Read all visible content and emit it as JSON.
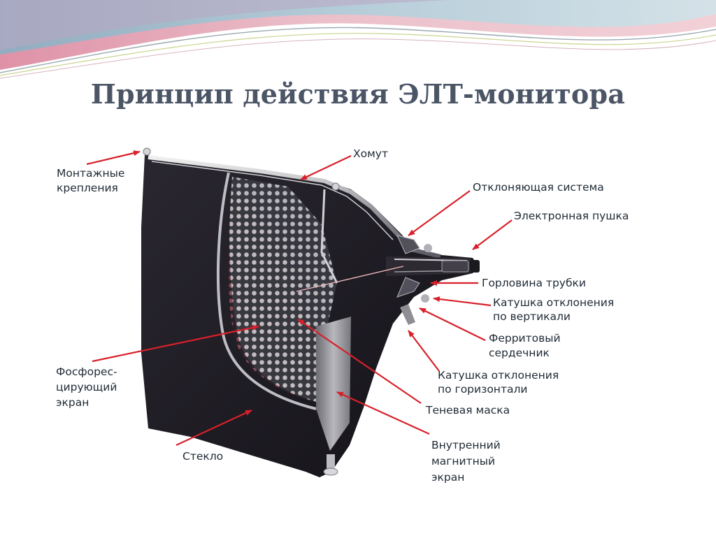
{
  "slide": {
    "title": "Принцип действия ЭЛТ-монитора"
  },
  "diagram": {
    "labels": {
      "mounting_1": "Монтажные",
      "mounting_2": "крепления",
      "clamp": "Хомут",
      "deflection_system": "Отклоняющая система",
      "electron_gun": "Электронная пушка",
      "tube_neck": "Горловина трубки",
      "vertical_coil_1": "Катушка отклонения",
      "vertical_coil_2": "по вертикали",
      "ferrite_core_1": "Ферритовый",
      "ferrite_core_2": "сердечник",
      "horizontal_coil_1": "Катушка отклонения",
      "horizontal_coil_2": "по горизонтали",
      "shadow_mask": "Теневая маска",
      "phosphor_screen_1": "Фосфорес-",
      "phosphor_screen_2": "цирующий",
      "phosphor_screen_3": "экран",
      "glass": "Стекло",
      "inner_shield_1": "Внутренний",
      "inner_shield_2": "магнитный",
      "inner_shield_3": "экран"
    }
  },
  "colors": {
    "title": "#4b5566",
    "arrow": "#d8202a",
    "tube_body": "#1f1c24",
    "wave_pink": "#e6a4b4",
    "wave_blue": "#9ec8d6"
  }
}
